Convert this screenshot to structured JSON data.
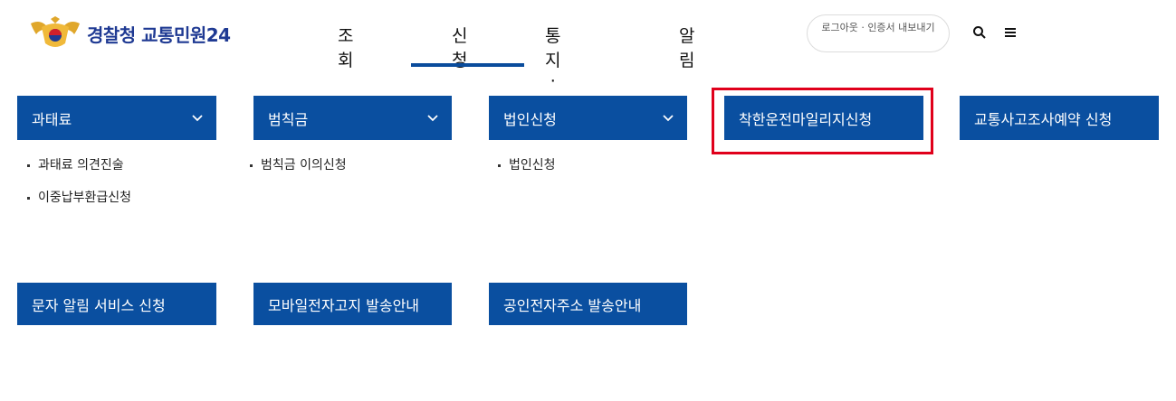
{
  "header": {
    "logo_text": "경찰청 교통민원24",
    "nav": [
      "조회",
      "신청",
      "통지·공고",
      "알림"
    ],
    "active_nav": "신청",
    "util_links": "로그아웃 · 인증서 내보내기",
    "icons": [
      "search-icon",
      "menu-icon"
    ]
  },
  "menu": {
    "row1": [
      {
        "label": "과태료",
        "expandable": true,
        "items": [
          "과태료 의견진술",
          "이중납부환급신청"
        ]
      },
      {
        "label": "범칙금",
        "expandable": true,
        "items": [
          "범칙금 이의신청"
        ]
      },
      {
        "label": "법인신청",
        "expandable": true,
        "items": [
          "법인신청"
        ]
      },
      {
        "label": "착한운전마일리지신청",
        "expandable": false,
        "highlighted": true
      },
      {
        "label": "교통사고조사예약 신청",
        "expandable": false
      }
    ],
    "row2": [
      {
        "label": "문자 알림 서비스 신청"
      },
      {
        "label": "모바일전자고지 발송안내"
      },
      {
        "label": "공인전자주소 발송안내"
      }
    ]
  },
  "colors": {
    "primary": "#0a4fa0",
    "highlight": "#e0001b",
    "logo_text": "#1f3a93"
  }
}
